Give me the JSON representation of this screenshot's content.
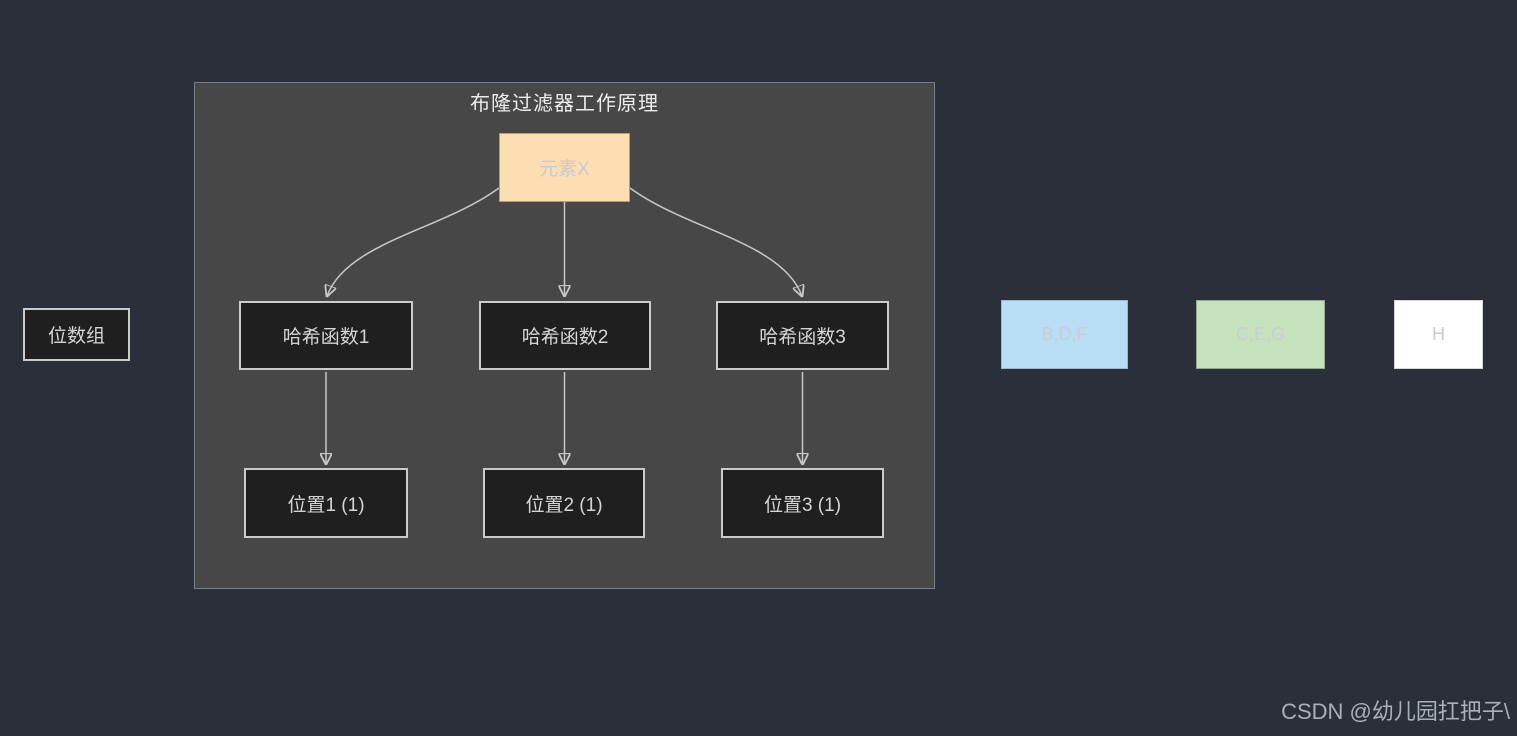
{
  "diagram": {
    "title": "布隆过滤器工作原理",
    "element_node": {
      "label": "元素X",
      "fill": "#fcdeb2",
      "border": "#bb9a6c"
    },
    "hash_nodes": [
      {
        "label": "哈希函数1"
      },
      {
        "label": "哈希函数2"
      },
      {
        "label": "哈希函数3"
      }
    ],
    "position_nodes": [
      {
        "label": "位置1 (1)"
      },
      {
        "label": "位置2 (1)"
      },
      {
        "label": "位置3 (1)"
      }
    ]
  },
  "bit_array": {
    "label": "位数组"
  },
  "result_boxes": [
    {
      "label": "B,D,F",
      "fill": "#b9ddf4",
      "border": "#9cb6ca"
    },
    {
      "label": "C,E,G",
      "fill": "#c5e2bd",
      "border": "#95a892"
    },
    {
      "label": "H",
      "fill": "#ffffff",
      "border": "#d6d6d6"
    }
  ],
  "watermark": "CSDN @幼儿园扛把子\\",
  "colors": {
    "background": "#2a2f3a",
    "panel": "#474747",
    "panel_border": "#78808a",
    "node_fill": "#1f1f1f",
    "node_border": "#cbcbcb",
    "node_text": "#d5d5d6",
    "arrow": "#c8c8c8",
    "title_text": "#ececec",
    "light_box_text": "#c9ccd4",
    "watermark_text": "#aab0b8"
  }
}
